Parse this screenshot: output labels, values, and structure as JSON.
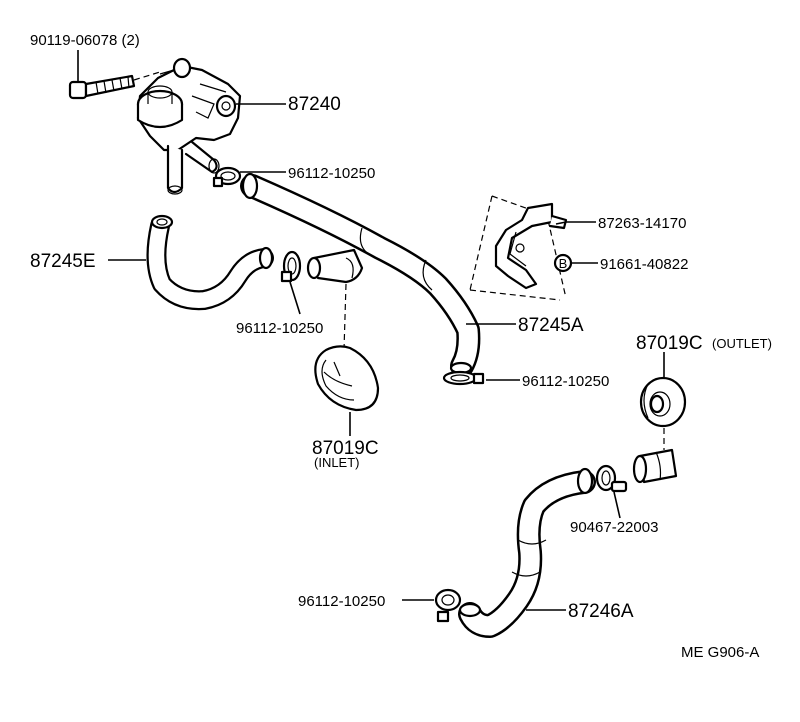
{
  "diagram": {
    "code": "ME  G906-A",
    "callouts": {
      "bolt": "90119-06078 (2)",
      "valve": "87240",
      "clamp_top": "96112-10250",
      "bracket": "87263-14170",
      "bolt_b": "91661-40822",
      "bolt_b_symbol": "B",
      "hose_e": "87245E",
      "clamp_mid": "96112-10250",
      "hose_a": "87245A",
      "clamp_hose_a": "96112-10250",
      "grommet_inlet": "87019C",
      "grommet_inlet_note": "(INLET)",
      "grommet_outlet": "87019C",
      "grommet_outlet_note": "(OUTLET)",
      "clamp_outlet": "90467-22003",
      "clamp_bottom": "96112-10250",
      "hose_bottom": "87246A"
    }
  }
}
